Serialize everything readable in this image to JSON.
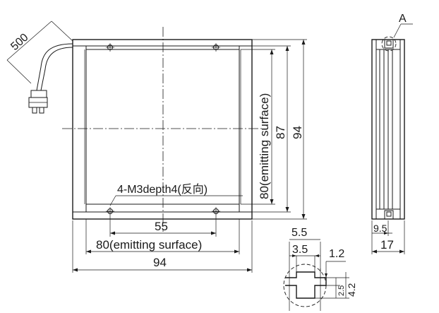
{
  "drawing": {
    "callout_detail_label": "A",
    "cable_length": "500",
    "hole_note": "4-M3depth4(反向)",
    "dims": {
      "hole_pitch": "55",
      "emitting_width": "80(emitting surface)",
      "overall_width": "94",
      "emitting_height": "80(emitting surface)",
      "inner_height": "87",
      "overall_height": "94",
      "side_thickness": "17",
      "side_inner": "9.5",
      "detail_slot_outer": "5.5",
      "detail_slot_inner": "3.5",
      "detail_wall": "1.2",
      "detail_depth_inner": "2.5",
      "detail_depth_outer": "4.2"
    }
  }
}
